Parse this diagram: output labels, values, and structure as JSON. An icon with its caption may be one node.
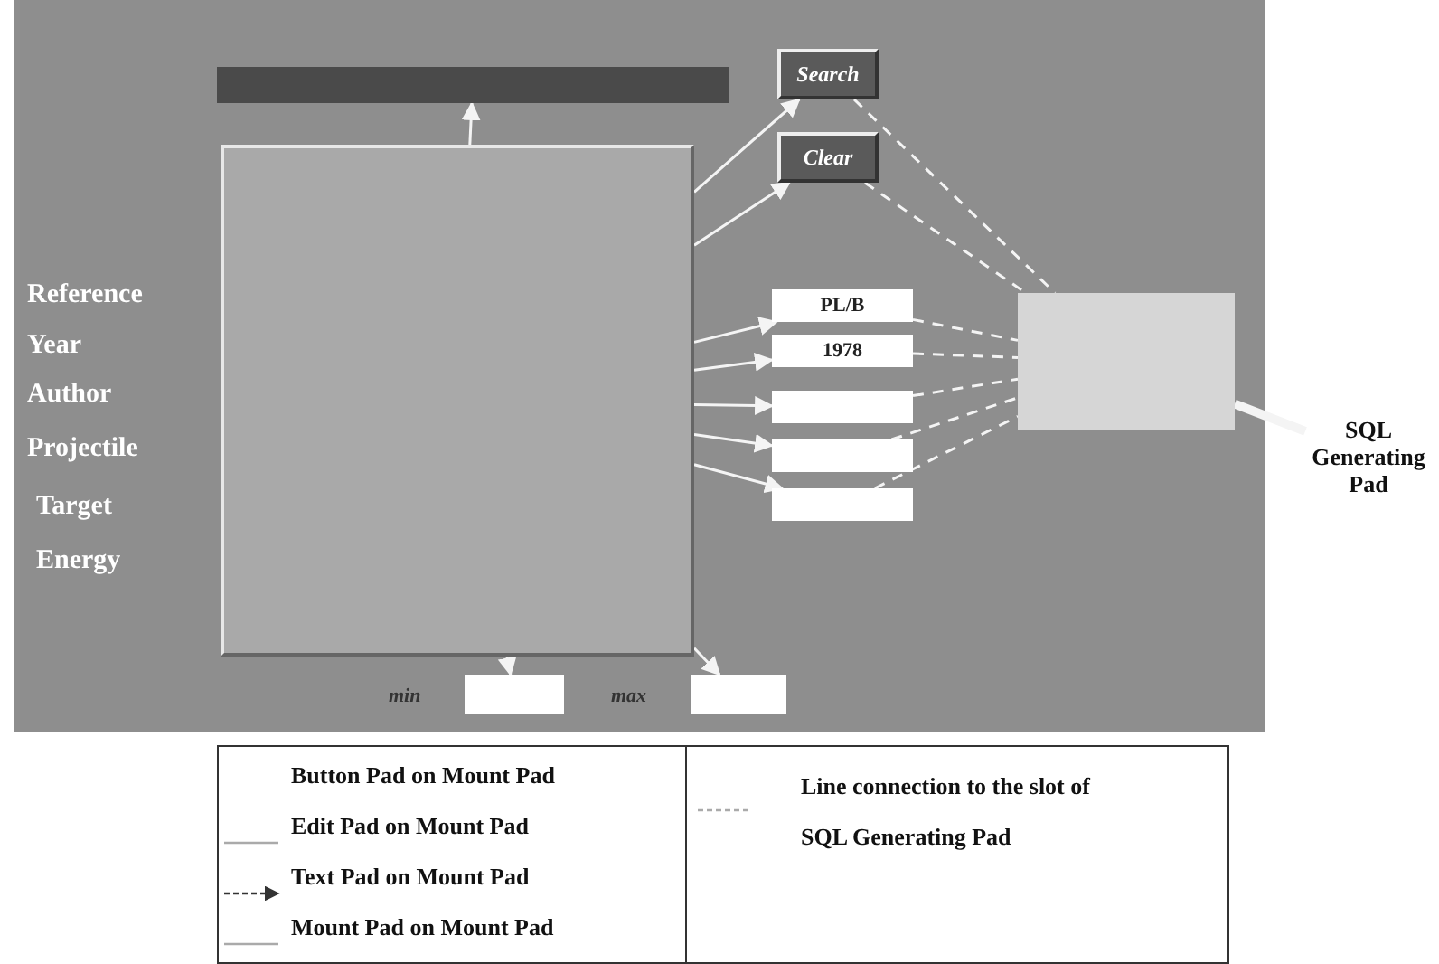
{
  "diagram": {
    "nodes": [
      {
        "text": [],
        "shape": "bar"
      },
      {
        "text": [],
        "shape": "box"
      },
      {
        "text": [
          "Search"
        ]
      },
      {
        "text": [
          "Clear"
        ]
      },
      {
        "text": [
          "PL/B"
        ]
      },
      {
        "text": [
          "1978"
        ]
      },
      {
        "text": [],
        "shape": "box"
      },
      {
        "text": [],
        "shape": "box"
      },
      {
        "text": [],
        "shape": "box"
      },
      {
        "text": [],
        "shape": "box"
      },
      {
        "text": [
          "SQL Generating Pad"
        ]
      },
      {
        "text": [],
        "shape": "box"
      },
      {
        "text": [],
        "shape": "box"
      }
    ],
    "edges": [
      {
        "from": 1,
        "to": 0,
        "arrow": "to"
      },
      {
        "from": 1,
        "to": 2,
        "arrow": "to"
      },
      {
        "from": 1,
        "to": 3,
        "arrow": "to"
      },
      {
        "from": 1,
        "to": 4,
        "arrow": "to"
      },
      {
        "from": 1,
        "to": 5,
        "arrow": "to"
      },
      {
        "from": 1,
        "to": 6,
        "arrow": "to"
      },
      {
        "from": 1,
        "to": 7,
        "arrow": "to"
      },
      {
        "from": 1,
        "to": 8,
        "arrow": "to"
      },
      {
        "from": 1,
        "to": 11,
        "arrow": "to"
      },
      {
        "from": 1,
        "to": 12,
        "arrow": "to"
      },
      {
        "from": 2,
        "to": 9,
        "arrow": "none",
        "style": "dashed"
      },
      {
        "from": 3,
        "to": 9,
        "arrow": "none",
        "style": "dashed"
      },
      {
        "from": 4,
        "to": 9,
        "arrow": "none",
        "style": "dashed"
      },
      {
        "from": 5,
        "to": 9,
        "arrow": "none",
        "style": "dashed"
      },
      {
        "from": 6,
        "to": 9,
        "arrow": "none",
        "style": "dashed"
      },
      {
        "from": 7,
        "to": 9,
        "arrow": "none",
        "style": "dashed"
      },
      {
        "from": 8,
        "to": 9,
        "arrow": "none",
        "style": "dashed"
      },
      {
        "from": 10,
        "to": 9,
        "arrow": "none",
        "style": "thick"
      }
    ],
    "labels": [
      "Reference",
      "Year",
      "Author",
      "Projectile",
      "Target",
      "Energy",
      "min",
      "max"
    ],
    "legend": [
      {
        "text": "Button Pad on Mount Pad"
      },
      {
        "text": "Edit Pad on Mount Pad"
      },
      {
        "text": "Text Pad on Mount Pad"
      },
      {
        "text": "Mount Pad on Mount Pad"
      },
      {
        "text": "Line connection to the slot of SQL Generating Pad"
      }
    ]
  }
}
